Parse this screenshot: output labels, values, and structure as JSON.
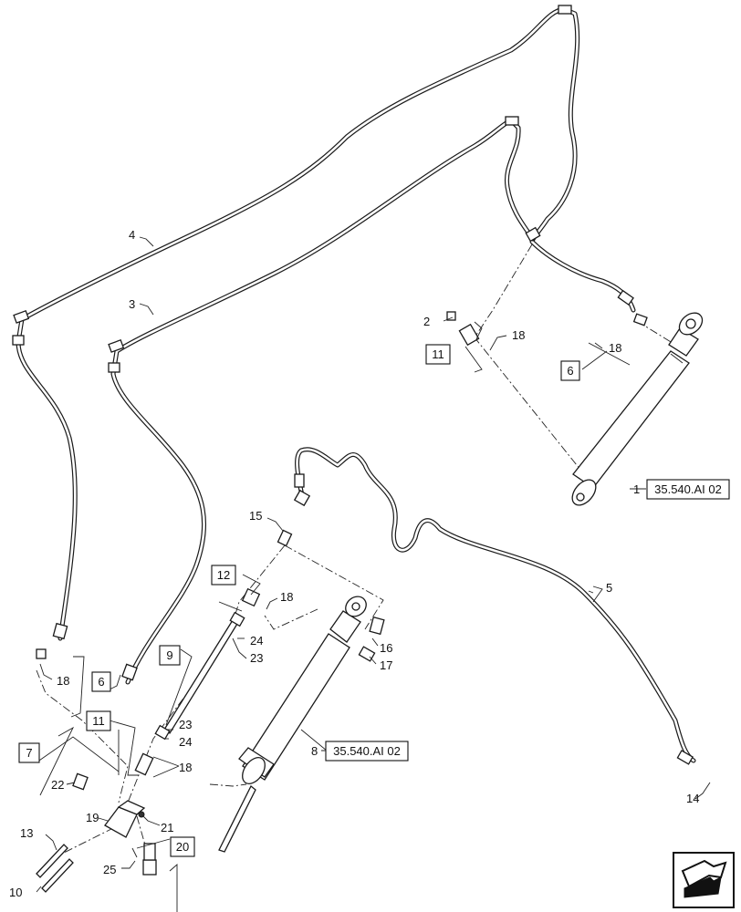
{
  "callouts": [
    {
      "id": "c1",
      "text": "1"
    },
    {
      "id": "c2",
      "text": "2"
    },
    {
      "id": "c3",
      "text": "3"
    },
    {
      "id": "c4",
      "text": "4"
    },
    {
      "id": "c5",
      "text": "5"
    },
    {
      "id": "c8",
      "text": "8"
    },
    {
      "id": "c10",
      "text": "10"
    },
    {
      "id": "c13",
      "text": "13"
    },
    {
      "id": "c14",
      "text": "14"
    },
    {
      "id": "c15",
      "text": "15"
    },
    {
      "id": "c16",
      "text": "16"
    },
    {
      "id": "c17",
      "text": "17"
    },
    {
      "id": "c18a",
      "text": "18"
    },
    {
      "id": "c18b",
      "text": "18"
    },
    {
      "id": "c18c",
      "text": "18"
    },
    {
      "id": "c18d",
      "text": "18"
    },
    {
      "id": "c18e",
      "text": "18"
    },
    {
      "id": "c19",
      "text": "19"
    },
    {
      "id": "c21",
      "text": "21"
    },
    {
      "id": "c22",
      "text": "22"
    },
    {
      "id": "c23a",
      "text": "23"
    },
    {
      "id": "c23b",
      "text": "23"
    },
    {
      "id": "c24a",
      "text": "24"
    },
    {
      "id": "c24b",
      "text": "24"
    },
    {
      "id": "c25",
      "text": "25"
    }
  ],
  "boxed_callouts": [
    {
      "id": "b6a",
      "text": "6"
    },
    {
      "id": "b6b",
      "text": "6"
    },
    {
      "id": "b7",
      "text": "7"
    },
    {
      "id": "b9",
      "text": "9"
    },
    {
      "id": "b11a",
      "text": "11"
    },
    {
      "id": "b11b",
      "text": "11"
    },
    {
      "id": "b12",
      "text": "12"
    },
    {
      "id": "b20",
      "text": "20"
    }
  ],
  "references": [
    {
      "id": "r1",
      "text": "35.540.AI 02"
    },
    {
      "id": "r8",
      "text": "35.540.AI 02"
    }
  ],
  "icons": {
    "nav": "next-page-arrow-icon"
  }
}
